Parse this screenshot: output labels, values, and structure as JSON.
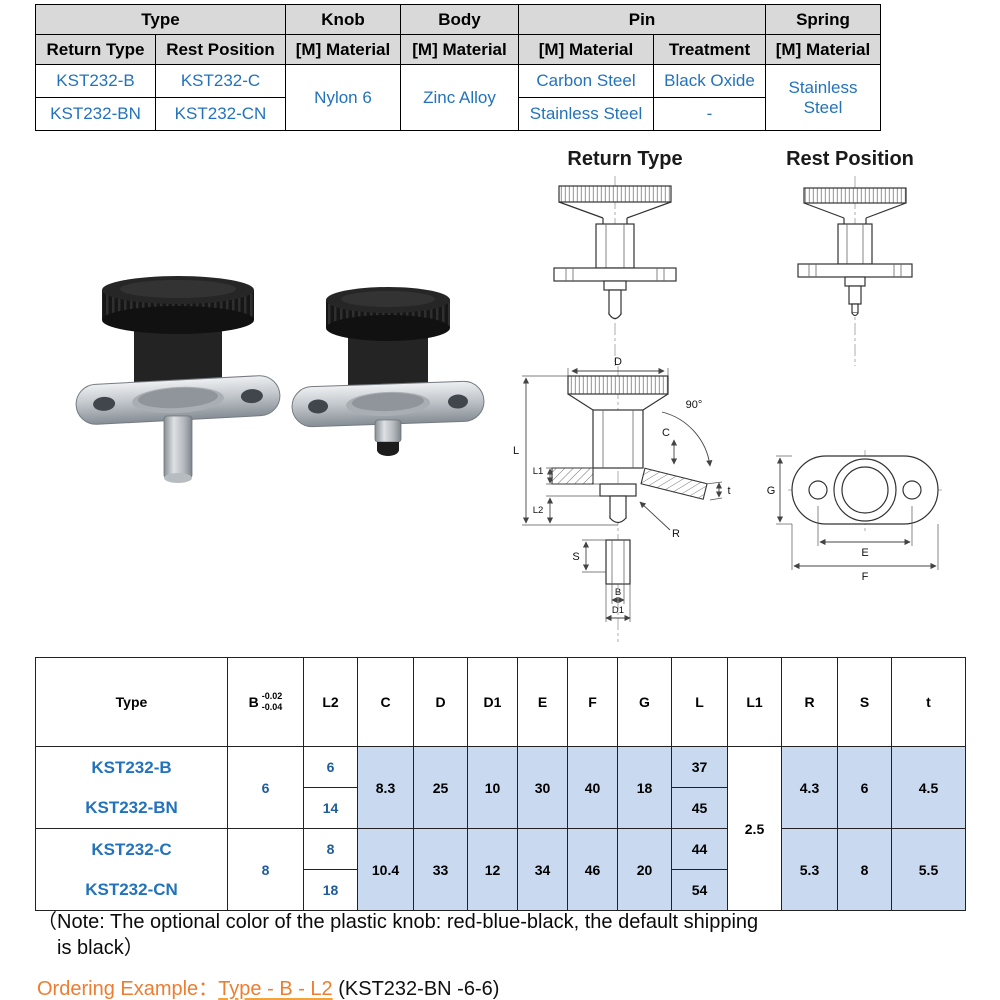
{
  "spec_table": {
    "groups": {
      "type": "Type",
      "knob": "Knob",
      "body": "Body",
      "pin": "Pin",
      "spring": "Spring"
    },
    "sub": {
      "return_type": "Return Type",
      "rest_position": "Rest Position",
      "material": "[M] Material",
      "treatment": "Treatment"
    },
    "rows": {
      "return_type_1": "KST232-B",
      "rest_position_1": "KST232-C",
      "return_type_2": "KST232-BN",
      "rest_position_2": "KST232-CN",
      "knob_material": "Nylon 6",
      "body_material": "Zinc Alloy",
      "pin_material_1": "Carbon Steel",
      "treatment_1": "Black Oxide",
      "pin_material_2": "Stainless Steel",
      "treatment_2": "-",
      "spring_material": "Stainless Steel"
    }
  },
  "drawings": {
    "return_type_title": "Return Type",
    "rest_position_title": "Rest Position",
    "labels": {
      "D": "D",
      "L": "L",
      "L1": "L1",
      "L2": "L2",
      "S": "S",
      "B": "B",
      "D1": "D1",
      "C": "C",
      "R": "R",
      "t": "t",
      "angle": "90°",
      "G": "G",
      "E": "E",
      "F": "F"
    }
  },
  "dim_table": {
    "headers": {
      "type": "Type",
      "b": "B",
      "b_tol_upper": "-0.02",
      "b_tol_lower": "-0.04",
      "l2": "L2",
      "c": "C",
      "d": "D",
      "d1": "D1",
      "e": "E",
      "f": "F",
      "g": "G",
      "l": "L",
      "l1": "L1",
      "r": "R",
      "s": "S",
      "t": "t"
    },
    "l1_value": "2.5",
    "groups": [
      {
        "type1": "KST232-B",
        "type2": "KST232-BN",
        "b": "6",
        "l2a": "6",
        "l2b": "14",
        "la": "37",
        "lb": "45",
        "c": "8.3",
        "d": "25",
        "d1": "10",
        "e": "30",
        "f": "40",
        "g": "18",
        "r": "4.3",
        "s": "6",
        "t": "4.5"
      },
      {
        "type1": "KST232-C",
        "type2": "KST232-CN",
        "b": "8",
        "l2a": "8",
        "l2b": "18",
        "la": "44",
        "lb": "54",
        "c": "10.4",
        "d": "33",
        "d1": "12",
        "e": "34",
        "f": "46",
        "g": "20",
        "r": "5.3",
        "s": "8",
        "t": "5.5"
      }
    ]
  },
  "note": {
    "line1": "（Note: The optional color of the plastic knob: red-blue-black, the default shipping",
    "line2": "is black）"
  },
  "ordering": {
    "prefix": "Ordering Example：",
    "formula": "Type - B - L2",
    "example": "(KST232-BN -6-6)"
  },
  "colors": {
    "accent_blue": "#2373bb",
    "header_gray": "#d9d9d9",
    "cell_blue": "#c9daf0",
    "orange": "#ed7d31"
  }
}
